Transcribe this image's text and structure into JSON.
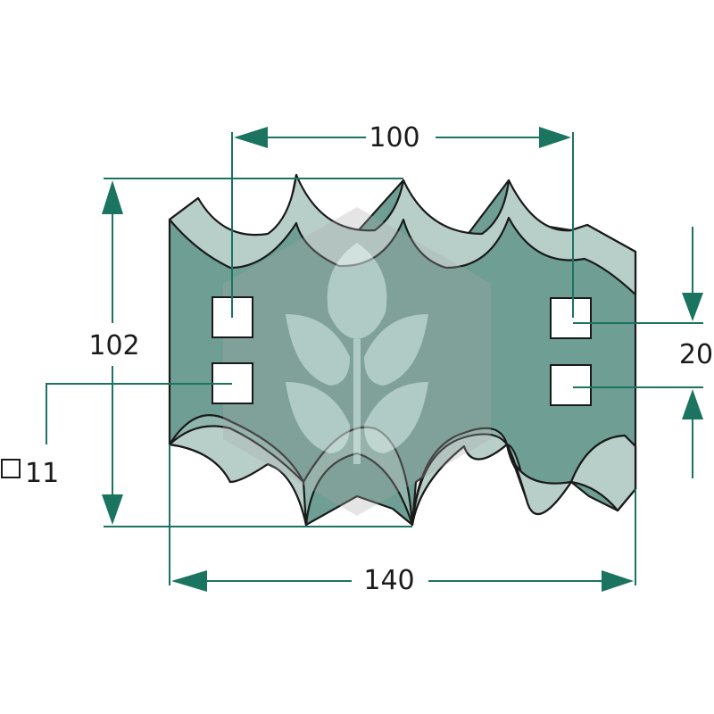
{
  "dimensions": {
    "hole_spacing": "100",
    "height": "102",
    "hole_pair_offset": "20",
    "width": "140",
    "hole_size": "11",
    "hole_size_symbol": "□"
  },
  "colors": {
    "blade_fill": "#6e9e94",
    "blade_light": "#b8cfc9",
    "blade_mid": "#8fb5ac",
    "dimension_line": "#1a7460",
    "text": "#1a1a1a"
  },
  "icons": {
    "watermark": "wheat-logo-icon"
  }
}
